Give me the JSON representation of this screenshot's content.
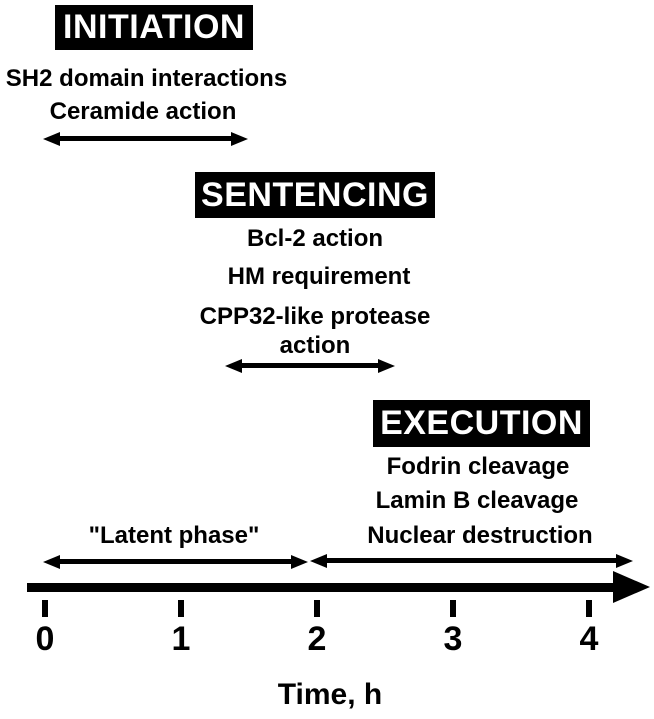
{
  "figure": {
    "phases": {
      "initiation": {
        "title": "INITIATION",
        "items": [
          "SH2 domain interactions",
          "Ceramide action"
        ]
      },
      "sentencing": {
        "title": "SENTENCING",
        "items": [
          "Bcl-2 action",
          "HM requirement",
          "CPP32-like protease action"
        ]
      },
      "execution": {
        "title": "EXECUTION",
        "items": [
          "Fodrin cleavage",
          "Lamin B cleavage",
          "Nuclear destruction"
        ]
      }
    },
    "timeline": {
      "latent_phase_label": "\"Latent phase\"",
      "axis_label": "Time, h",
      "tick_labels": [
        "0",
        "1",
        "2",
        "3",
        "4"
      ]
    },
    "colors": {
      "foreground": "#000000",
      "background": "#ffffff",
      "box_text": "#ffffff"
    }
  }
}
